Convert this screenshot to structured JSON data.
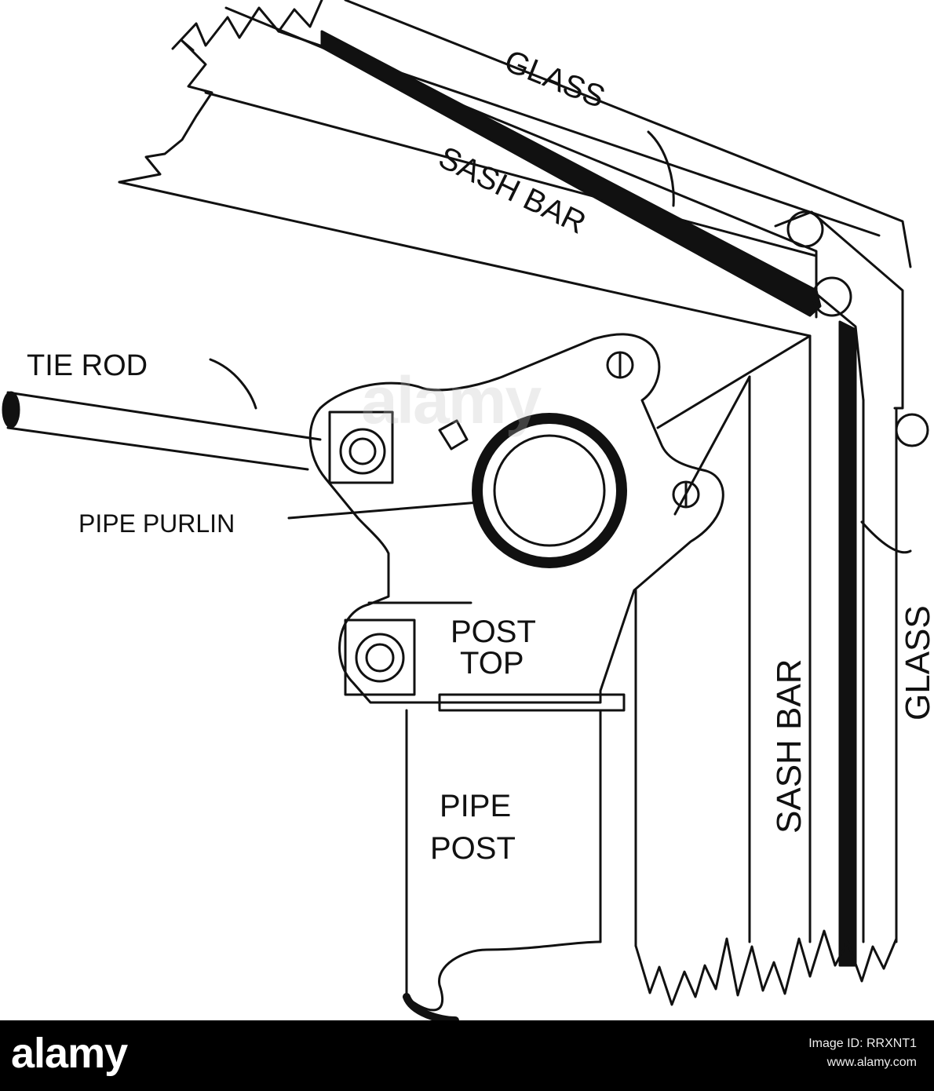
{
  "labels": {
    "glass_top": "GLASS",
    "sash_bar_top": "SASH BAR",
    "tie_rod": "TIE ROD",
    "pipe_purlin": "PIPE PURLIN",
    "post_top_1": "POST",
    "post_top_2": "TOP",
    "pipe_post_1": "PIPE",
    "pipe_post_2": "POST",
    "sash_bar_right": "SASH BAR",
    "glass_right": "GLASS"
  },
  "watermark": "alamy",
  "footer": {
    "brand": "alamy",
    "image_id_label": "Image ID: RRXNT1",
    "url": "www.alamy.com"
  }
}
